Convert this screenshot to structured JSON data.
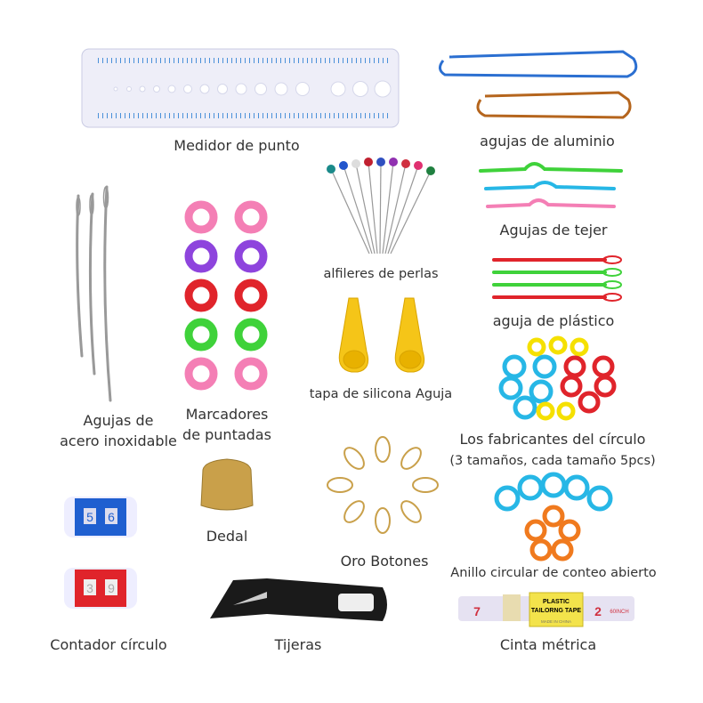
{
  "labels": {
    "stitch_gauge": "Medidor de punto",
    "aluminum_needles": "agujas de aluminio",
    "pearl_pins": "alfileres de perlas",
    "knitting_needles": "Agujas de tejer",
    "plastic_needle": "aguja de plástico",
    "steel_needles_1": "Agujas de",
    "steel_needles_2": "acero inoxidable",
    "stitch_markers_1": "Marcadores",
    "stitch_markers_2": "de puntadas",
    "silicone_caps": "tapa de silicona Aguja",
    "circle_makers_1": "Los fabricantes del círculo",
    "circle_makers_2": "(3 tamaños, cada tamaño 5pcs)",
    "thimble": "Dedal",
    "gold_buttons": "Oro Botones",
    "open_ring": "Anillo circular de conteo abierto",
    "row_counter": "Contador círculo",
    "scissors": "Tijeras",
    "tape_measure": "Cinta métrica"
  },
  "product_print": {
    "counter_blue": [
      "5",
      "6"
    ],
    "counter_red": [
      "3",
      "9"
    ],
    "tape_label_1": "PLASTIC",
    "tape_label_2": "TAILORNG TAPE",
    "tape_made": "MADE IN CHINA",
    "tape_num_left": "7",
    "tape_num_right": "2",
    "tape_unit": "60INCH"
  },
  "colors": {
    "gauge_blue": "#4a90d9",
    "pink": "#f47fb5",
    "purple": "#8e44dd",
    "red": "#e0242b",
    "green": "#3fd23a",
    "cyan": "#27b7e6",
    "orange": "#f07a1e",
    "yellow": "#f5c518",
    "gold": "#c9a04a"
  }
}
